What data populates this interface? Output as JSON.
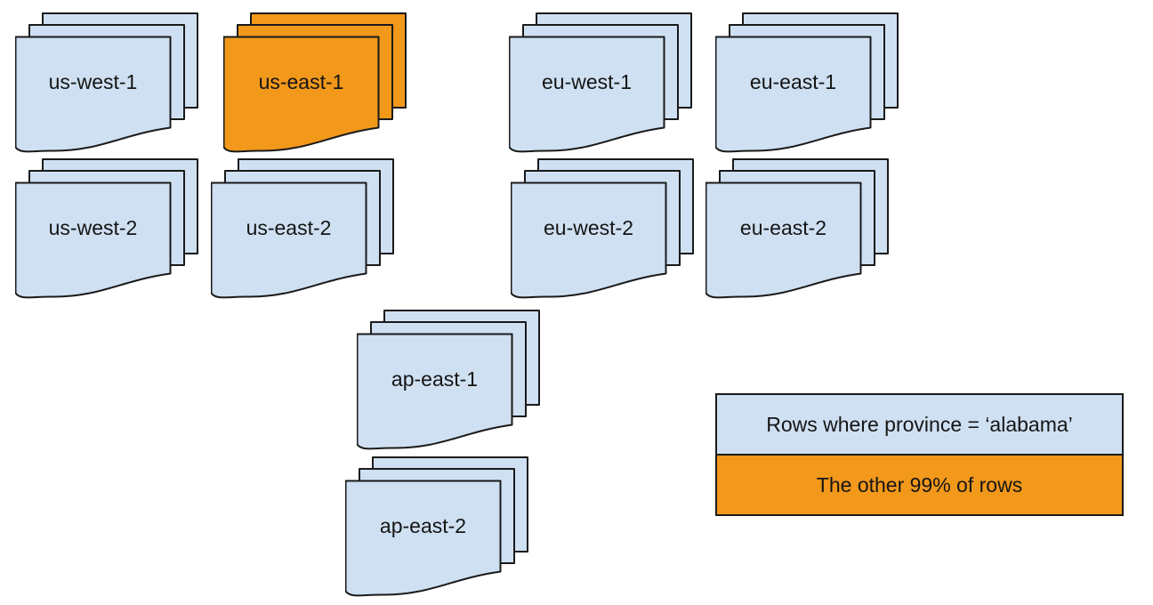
{
  "colors": {
    "region_fill": "#CFE0F2",
    "highlight_fill": "#F2981B",
    "stroke": "#1a1a1a",
    "background": "#ffffff"
  },
  "stacks": [
    {
      "label": "us-west-1",
      "variant": "blue"
    },
    {
      "label": "us-east-1",
      "variant": "orange"
    },
    {
      "label": "eu-west-1",
      "variant": "blue"
    },
    {
      "label": "eu-east-1",
      "variant": "blue"
    },
    {
      "label": "us-west-2",
      "variant": "blue"
    },
    {
      "label": "us-east-2",
      "variant": "blue"
    },
    {
      "label": "eu-west-2",
      "variant": "blue"
    },
    {
      "label": "eu-east-2",
      "variant": "blue"
    },
    {
      "label": "ap-east-1",
      "variant": "blue"
    },
    {
      "label": "ap-east-2",
      "variant": "blue"
    }
  ],
  "legend": {
    "items": [
      {
        "label": "Rows where province = ‘alabama’",
        "color_key": "region_fill"
      },
      {
        "label": "The other 99% of rows",
        "color_key": "highlight_fill"
      }
    ]
  }
}
